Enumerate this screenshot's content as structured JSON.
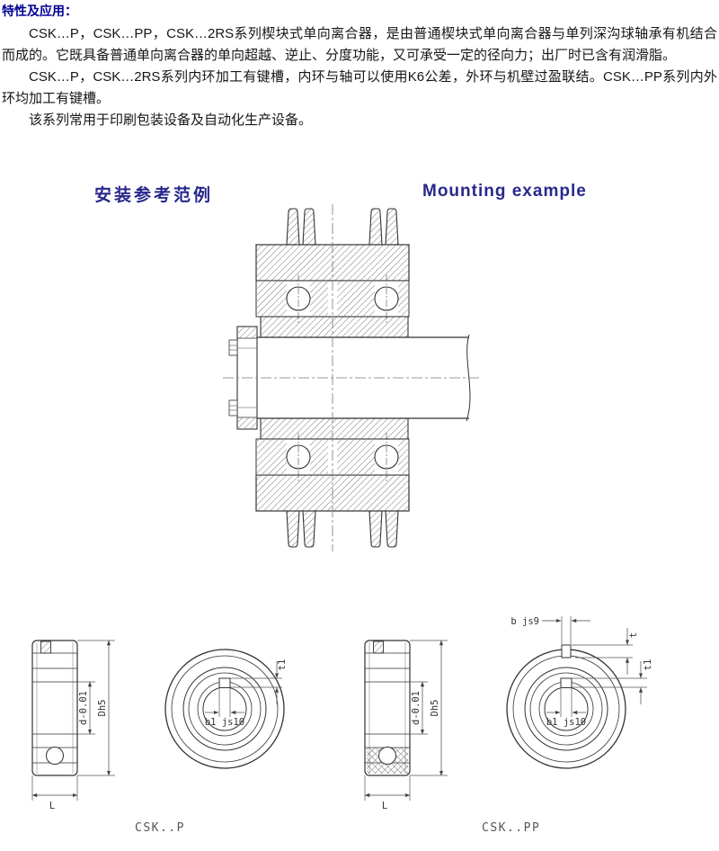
{
  "intro": {
    "heading": "特性及应用：",
    "p1": "CSK…P，CSK…PP，CSK…2RS系列楔块式单向离合器，是由普通楔块式单向离合器与单列深沟球轴承有机结合而成的。它既具备普通单向离合器的单向超越、逆止、分度功能，又可承受一定的径向力；出厂时已含有润滑脂。",
    "p2": "CSK…P，CSK…2RS系列内环加工有键槽，内环与轴可以使用K6公差，外环与机壁过盈联结。CSK…PP系列内外环均加工有键槽。",
    "p3": "该系列常用于印刷包装设备及自动化生产设备。"
  },
  "section": {
    "title_zh": "安装参考范例",
    "title_en": "Mounting example"
  },
  "drawings": {
    "csk_p": {
      "caption": "CSK..P",
      "dim_d": "d-0.01",
      "dim_D": "Dh5",
      "dim_L": "L",
      "dim_b1": "b1 js10",
      "dim_t1": "t1"
    },
    "csk_pp": {
      "caption": "CSK..PP",
      "dim_d": "d-0.01",
      "dim_D": "Dh5",
      "dim_L": "L",
      "dim_b1": "b1 js10",
      "dim_t1": "t1",
      "dim_b": "b js9",
      "dim_t": "t"
    }
  },
  "colors": {
    "heading_blue": "#000095",
    "title_navy": "#28288c",
    "line": "#333333"
  }
}
